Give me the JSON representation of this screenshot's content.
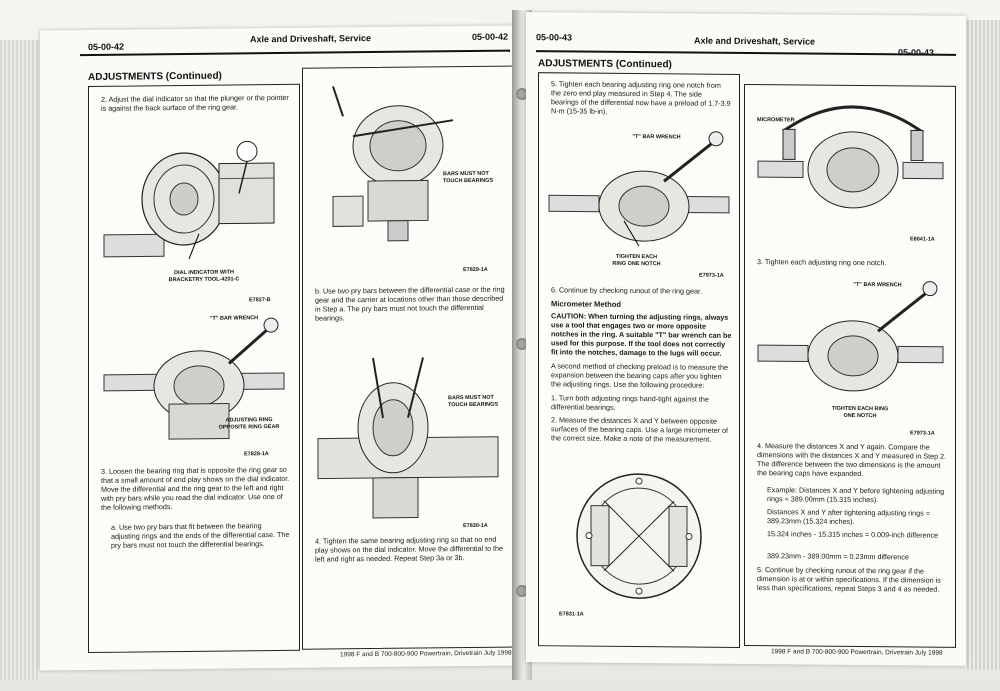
{
  "left": {
    "page_no_left": "05-00-42",
    "title": "Axle and Driveshaft, Service",
    "page_no_right": "05-00-42",
    "section": "ADJUSTMENTS (Continued)",
    "step2": "2.   Adjust the dial indicator so that the plunger or the pointer is against the back surface of the ring gear.",
    "fig1_caption": "DIAL INDICATOR WITH BRACKETRY TOOL-4201-C",
    "fig1_id": "E7827-B",
    "fig2_label1": "\"T\" BAR WRENCH",
    "fig2_label2": "ADJUSTING RING OPPOSITE RING GEAR",
    "fig2_id": "E7828-1A",
    "step3": "3.   Loosen the bearing ring that is opposite the ring gear so that a small amount of end play shows on the dial indicator. Move the differential and the ring gear to the left and right with pry bars while you read the dial indicator. Use one of the following methods.",
    "step3a": "a.   Use two pry bars that fit between the bearing adjusting rings and the ends of the differential case. The pry bars must not touch the differential bearings.",
    "fig3_label": "BARS MUST NOT TOUCH BEARINGS",
    "fig3_id": "E7829-1A",
    "step3b": "b.   Use two pry bars between the differential case or the ring gear and the carrier at locations other than those described in Step a. The pry bars must not touch the differential bearings.",
    "fig4_label": "BARS MUST NOT TOUCH BEARINGS",
    "fig4_id": "E7830-1A",
    "step4": "4.   Tighten the same bearing adjusting ring so that no end play shows on the dial indicator. Move the differential to the left and right as needed. Repeat Step 3a or 3b.",
    "footer": "1998 F and B 700-800-900 Powertrain, Drivetrain July 1998"
  },
  "right": {
    "page_no_left": "05-00-43",
    "title": "Axle and Driveshaft, Service",
    "page_no_right": "05-00-43",
    "section": "ADJUSTMENTS (Continued)",
    "step5": "5.   Tighten each bearing adjusting ring one notch from the zero end play measured in Step 4. The side bearings of the differential now have a preload of 1.7-3.9 N·m (15-35 lb-in).",
    "fig5_label1": "\"T\" BAR WRENCH",
    "fig5_label2": "TIGHTEN EACH RING ONE NOTCH",
    "fig5_id": "E7973-1A",
    "step6": "6.   Continue by checking runout of the ring gear.",
    "method_title": "Micrometer Method",
    "caution": "CAUTION: When turning the adjusting rings, always use a tool that engages two or more opposite notches in the ring. A suitable \"T\" bar wrench can be used for this purpose. If the tool does not correctly fit into the notches, damage to the lugs will occur.",
    "intro": "A second method of checking preload is to measure the expansion between the bearing caps after you tighten the adjusting rings. Use the following procedure:",
    "m1": "1.   Turn both adjusting rings hand-tight against the differential bearings.",
    "m2": "2.   Measure the distances X and Y between opposite surfaces of the bearing caps. Use a large micrometer of the correct size. Make a note of the measurement.",
    "fig6_id": "E7831-1A",
    "fig7_label": "MICROMETER",
    "fig7_id": "E8041-1A",
    "m3": "3.   Tighten each adjusting ring one notch.",
    "fig8_label1": "\"T\" BAR WRENCH",
    "fig8_label2": "TIGHTEN EACH RING ONE NOTCH",
    "fig8_id": "E7973-1A",
    "m4": "4.   Measure the distances X and Y again. Compare the dimensions with the distances X and Y measured in Step 2. The difference between the two dimensions is the amount the bearing caps have expanded.",
    "example1": "Example: Distances X and Y before tightening adjusting rings = 389.00mm (15.315 inches).",
    "example2": "Distances X and Y after tightening adjusting rings = 389.23mm (15.324 inches).",
    "example3": "15.324 inches - 15.315 inches = 0.009-inch difference",
    "example4": "389.23mm - 389.00mm = 0.23mm difference",
    "m5": "5.   Continue by checking runout of the ring gear if the dimension is at or within specifications. If the dimension is less than specifications, repeat Steps 3 and 4 as needed.",
    "footer": "1998 F and B 700-800-900 Powertrain, Drivetrain July 1998"
  }
}
